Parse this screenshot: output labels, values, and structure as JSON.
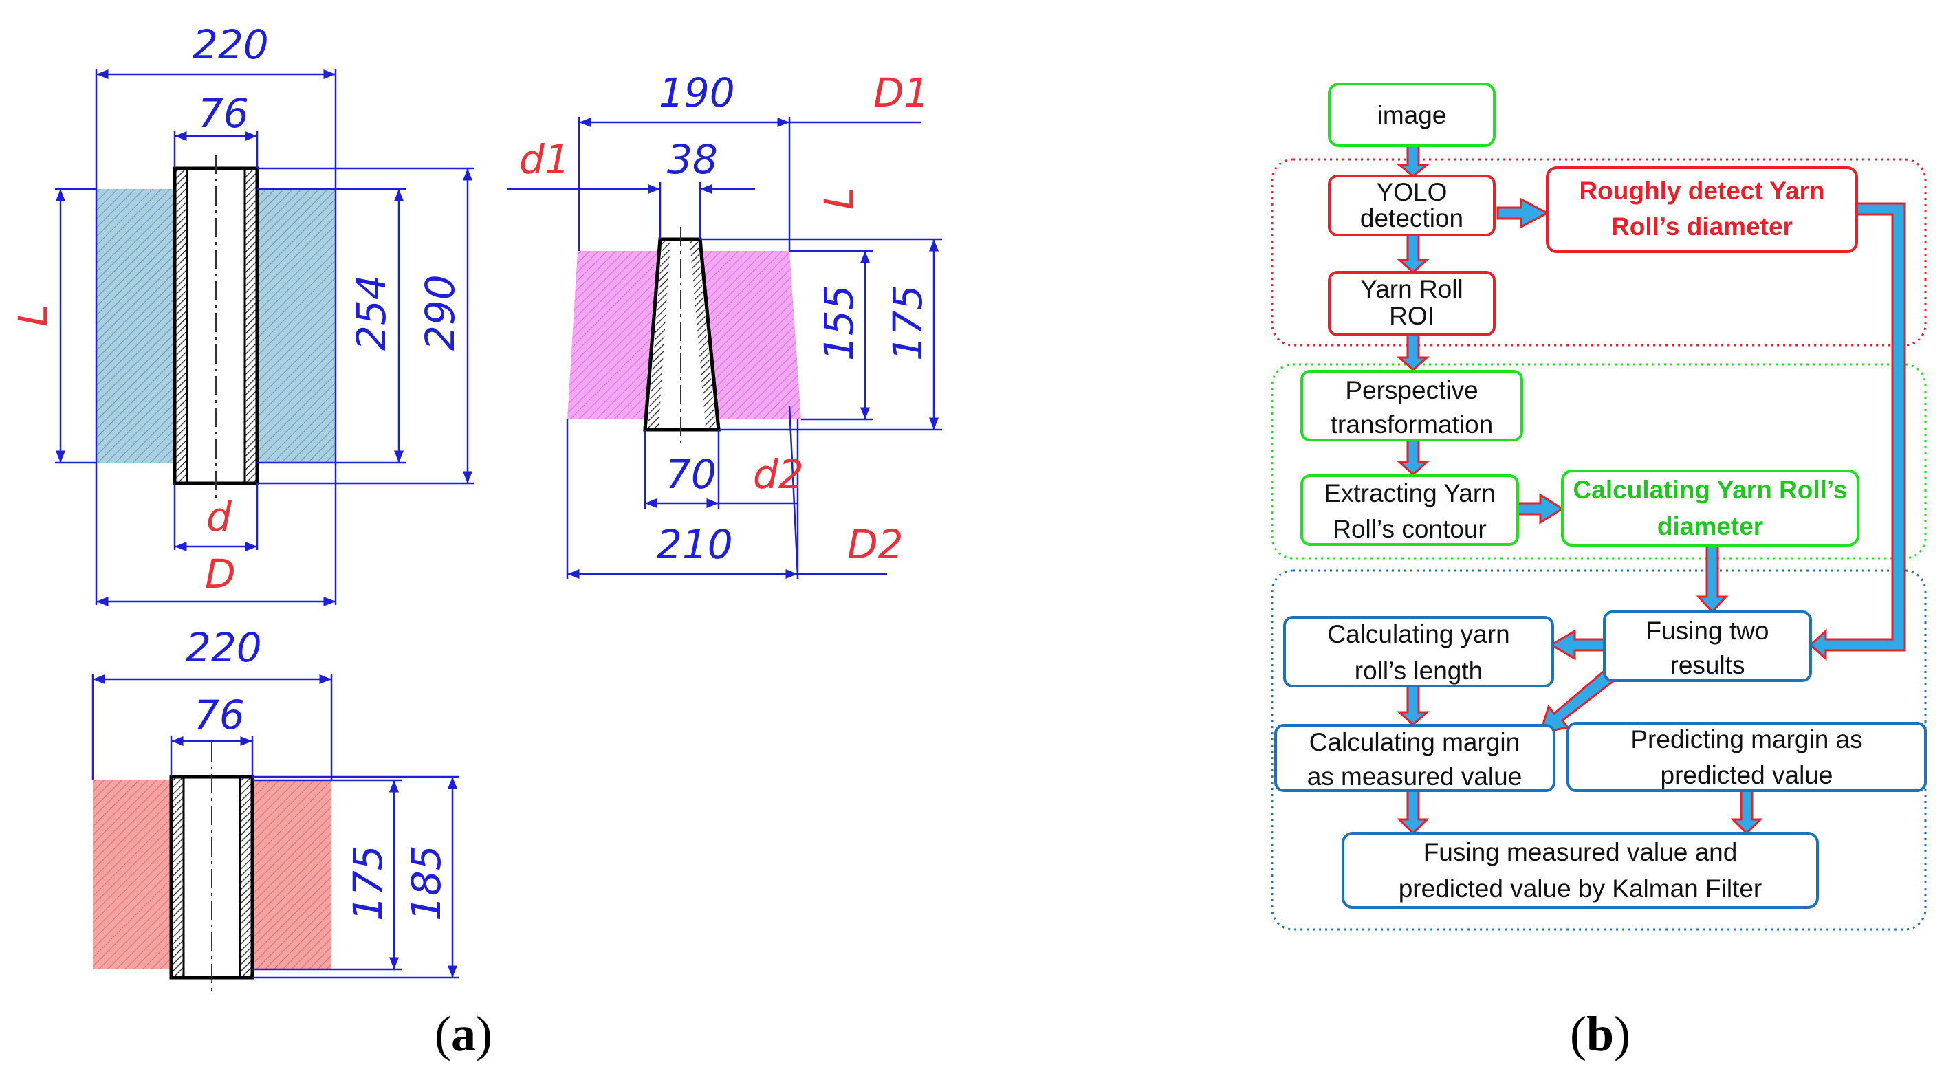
{
  "panel_a": {
    "label_letter": "a",
    "cylinder_large": {
      "dims": {
        "outer_width": "220",
        "core_width": "76",
        "length_label": "L",
        "inner_height": "254",
        "outer_height": "290",
        "core_label": "d",
        "diameter_label": "D"
      },
      "fill_color": "#a9cfe0"
    },
    "cone": {
      "dims": {
        "top_width": "190",
        "top_label": "D1",
        "core_top": "38",
        "core_top_label": "d1",
        "length_label": "L",
        "inner_height": "155",
        "outer_height": "175",
        "core_bottom": "70",
        "core_bottom_label": "d2",
        "bottom_width": "210",
        "bottom_label": "D2"
      },
      "fill_color": "#ee99ee"
    },
    "cylinder_small": {
      "dims": {
        "outer_width": "220",
        "core_width": "76",
        "inner_height": "175",
        "outer_height": "185"
      },
      "fill_color": "#f09a9a"
    }
  },
  "panel_b": {
    "label_letter": "b",
    "nodes": {
      "image": "image",
      "yolo_1": "YOLO",
      "yolo_2": "detection",
      "roi_1": "Yarn Roll",
      "roi_2": "ROI",
      "rough_1": "Roughly detect Yarn",
      "rough_2": "Roll’s diameter",
      "persp_1": "Perspective",
      "persp_2": "transformation",
      "extract_1": "Extracting Yarn",
      "extract_2": "Roll’s contour",
      "calcd_1": "Calculating Yarn Roll’s",
      "calcd_2": "diameter",
      "fuse_1": "Fusing two",
      "fuse_2": "results",
      "len_1": "Calculating yarn",
      "len_2": "roll’s length",
      "meas_1": "Calculating margin",
      "meas_2": "as measured value",
      "pred_1": "Predicting margin as",
      "pred_2": "predicted value",
      "kal_1": "Fusing measured value and",
      "kal_2": "predicted value by Kalman Filter"
    },
    "colors": {
      "green": "#1ee01e",
      "red": "#e8202a",
      "blue": "#1f72b8",
      "arrow_fill": "#32a8e6",
      "arrow_stroke": "#e8202a"
    }
  }
}
